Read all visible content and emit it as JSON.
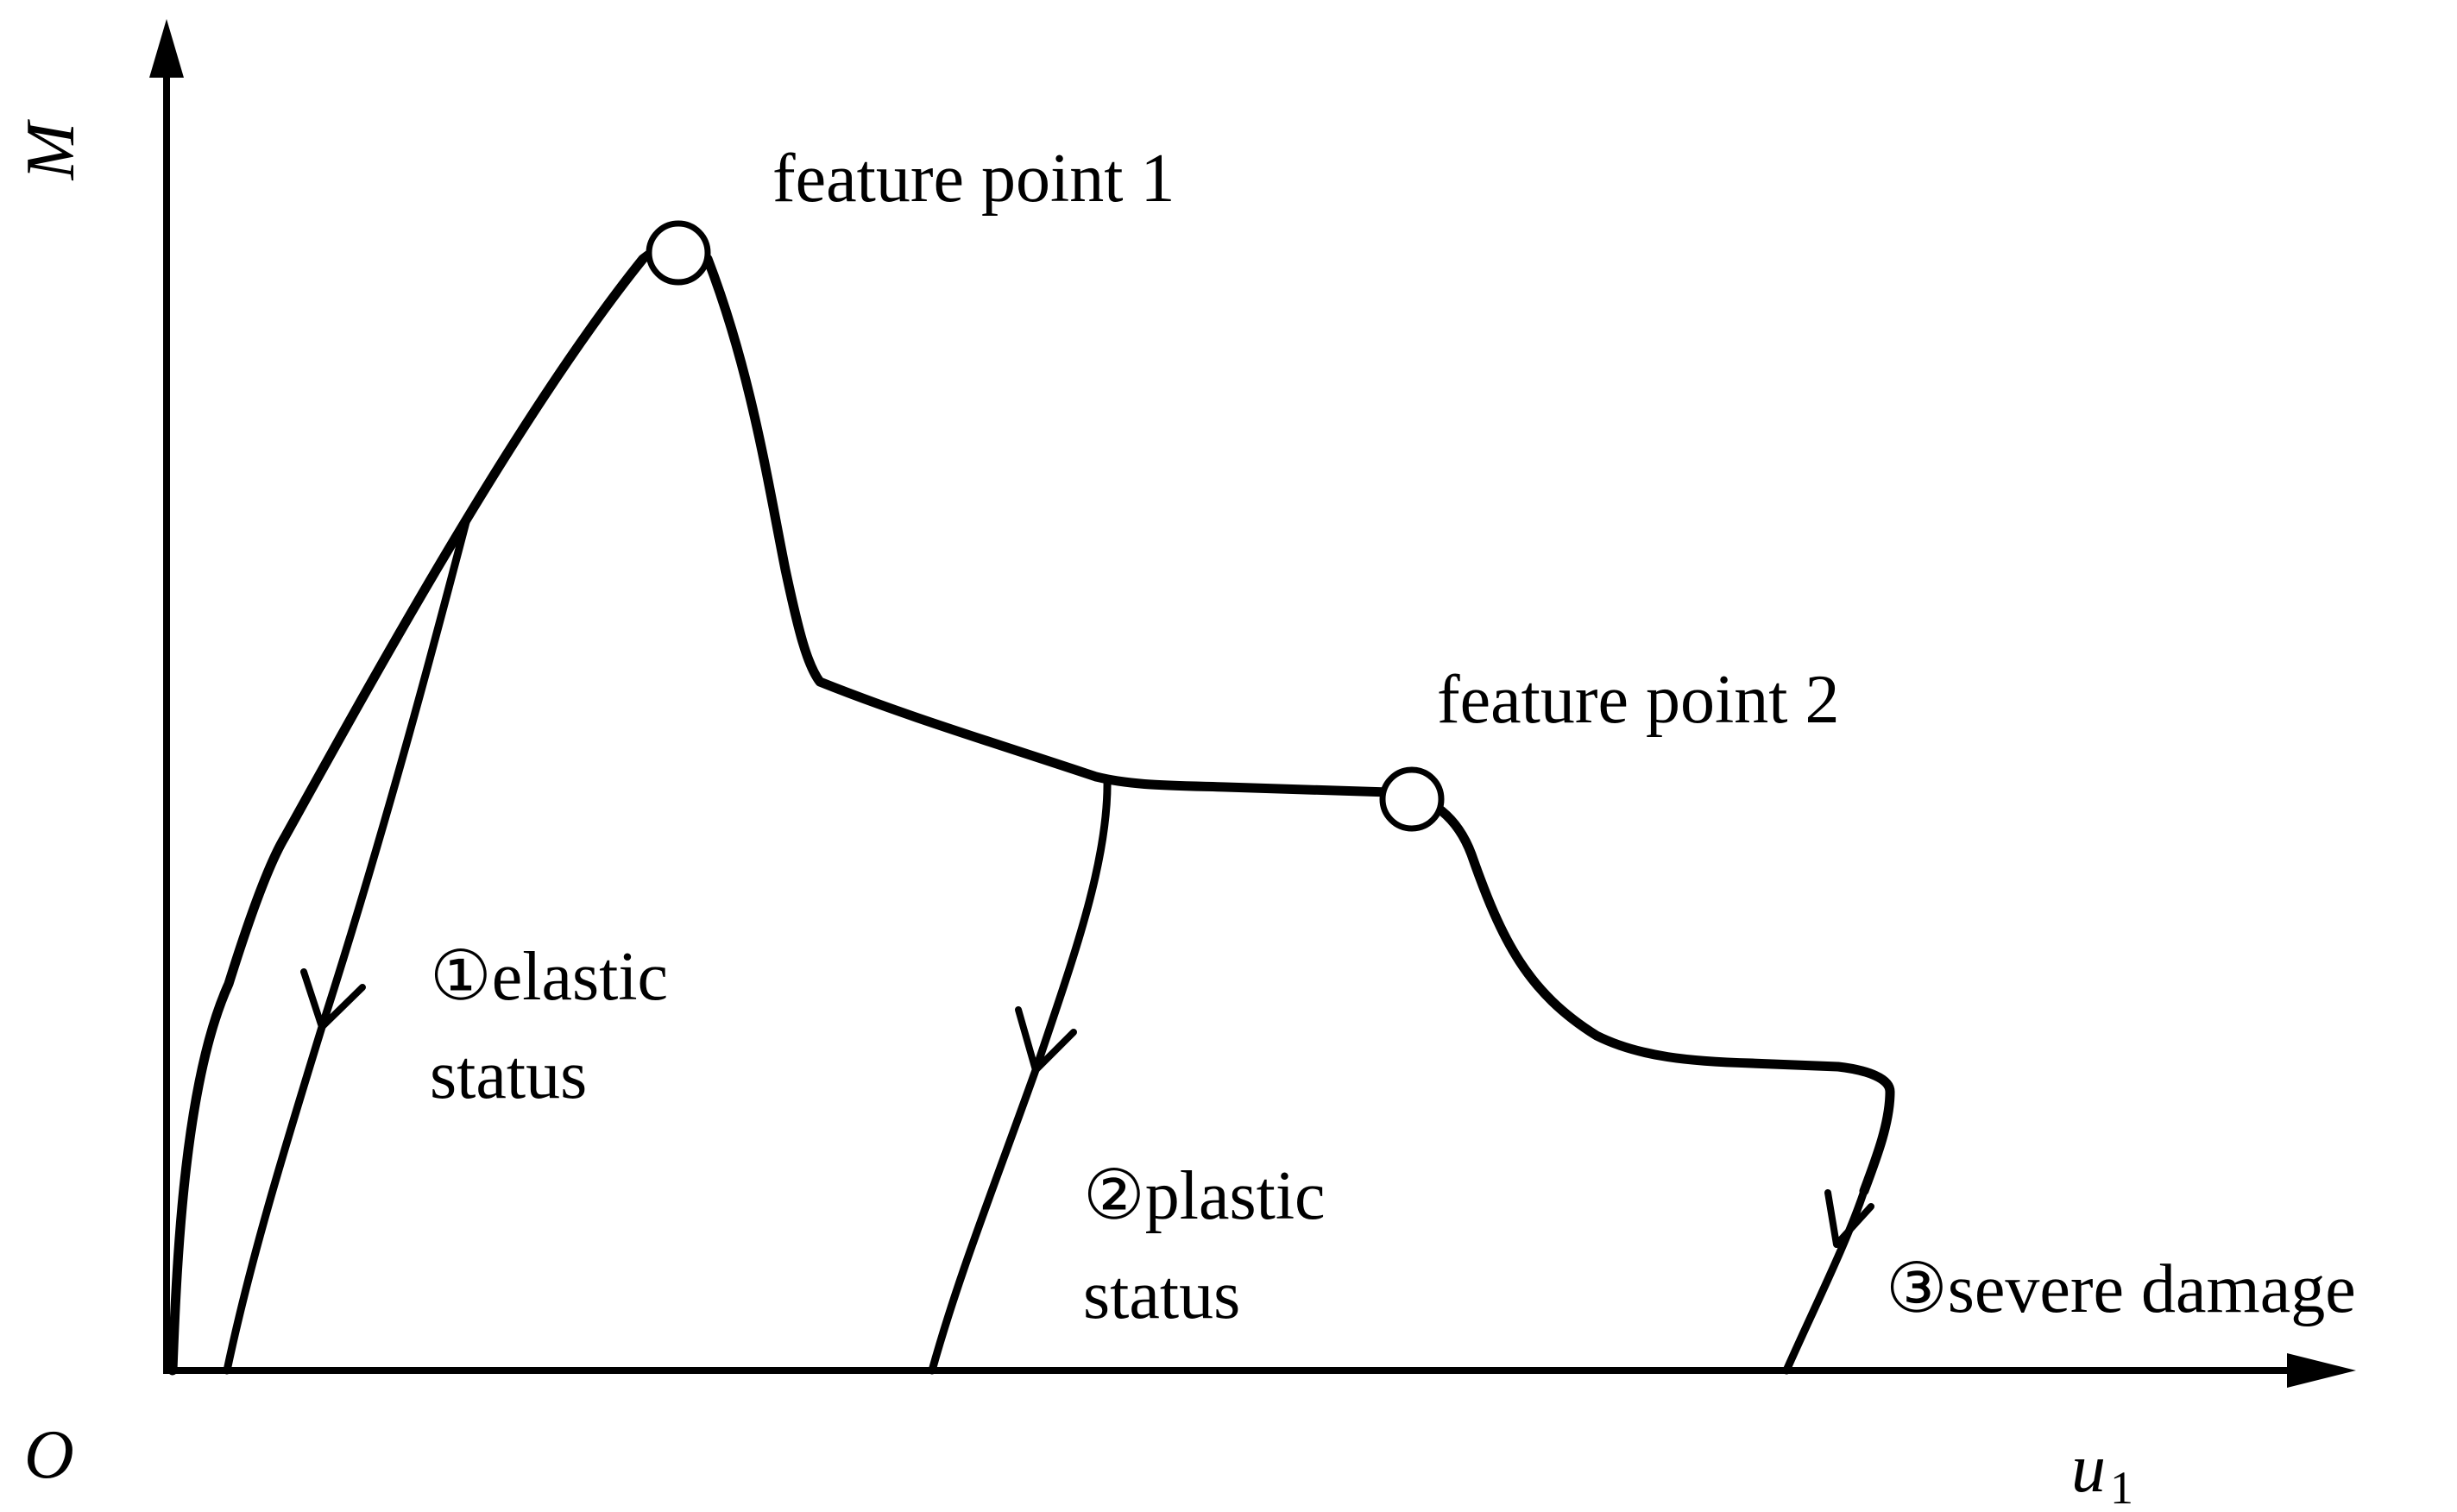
{
  "diagram": {
    "axes": {
      "y_label": "M",
      "x_label": "u",
      "x_label_subscript": "1",
      "origin_label": "O"
    },
    "feature_points": [
      {
        "label": "feature point 1"
      },
      {
        "label": "feature point 2"
      }
    ],
    "regions": [
      {
        "label_line1": "①elastic",
        "label_line2": "status"
      },
      {
        "label_line1": "②plastic",
        "label_line2": "status"
      },
      {
        "label_line1": "③severe damage",
        "label_line2": ""
      }
    ]
  }
}
